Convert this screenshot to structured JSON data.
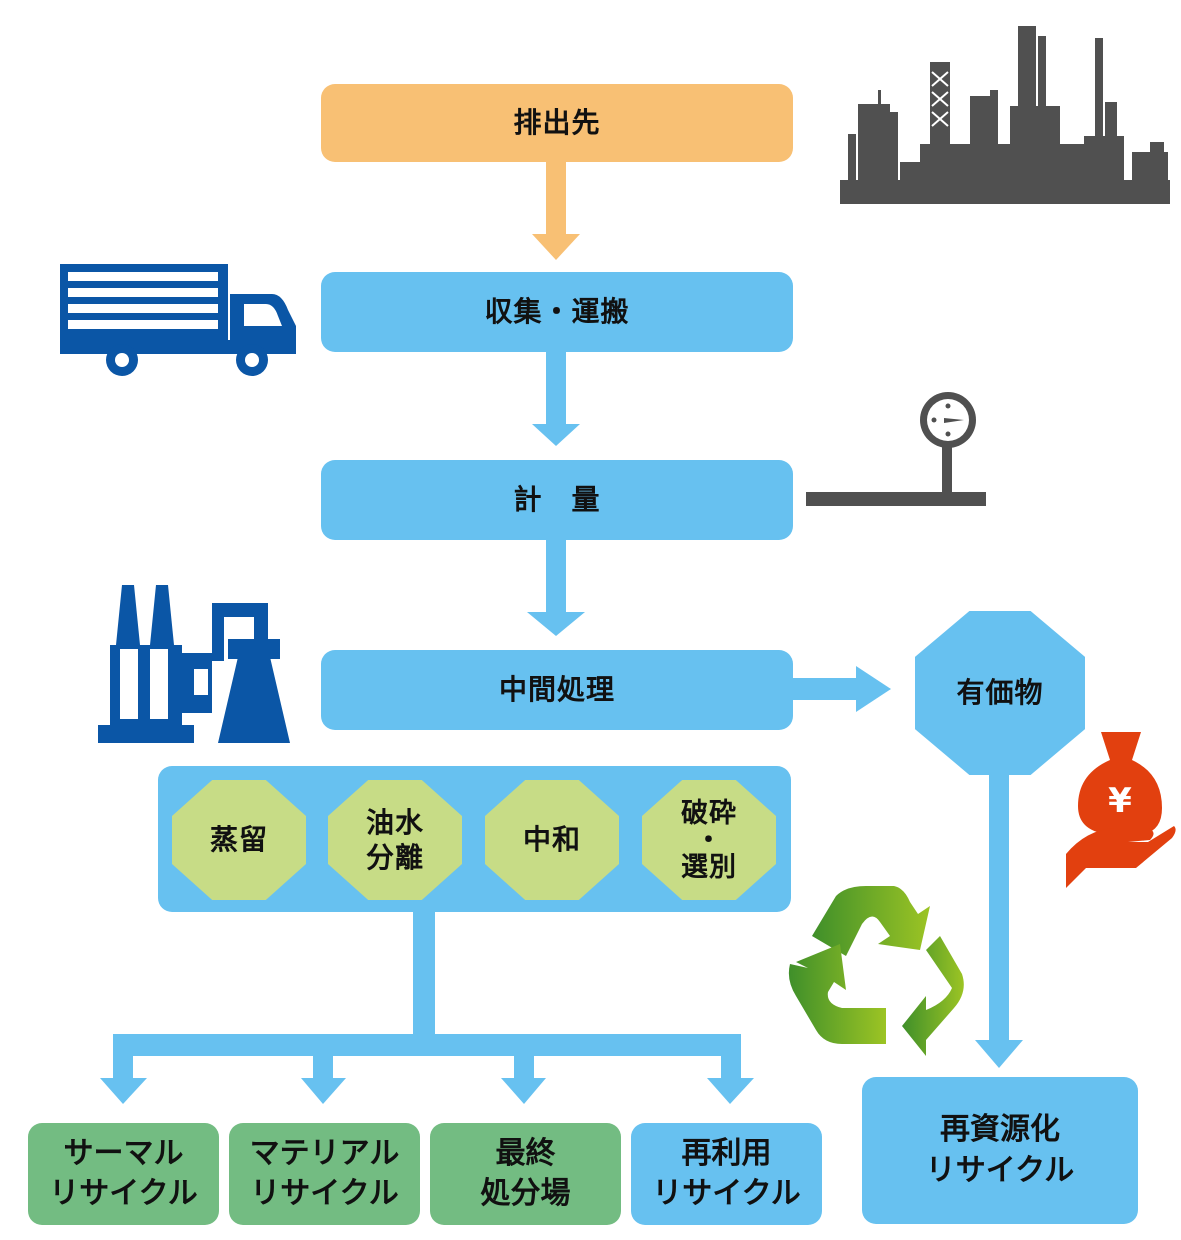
{
  "title": "産業廃棄物処理フロー",
  "colors": {
    "flow_blue": "#67c1f0",
    "source_orange": "#f8c074",
    "method_lime": "#c7dc86",
    "disposal_green": "#73bc82",
    "icon_navy": "#0b56a6",
    "icon_gray": "#505050",
    "money_red": "#e2400f",
    "recycle_green": "#4aa02c"
  },
  "steps": {
    "source": "排出先",
    "collection": "収集・運搬",
    "weighing": "計　量",
    "intermediate": "中間処理",
    "valuables": "有価物"
  },
  "methods": [
    {
      "label": "蒸留"
    },
    {
      "label": "油水\n分離"
    },
    {
      "label": "中和"
    },
    {
      "label": "破砕\n・\n選別"
    }
  ],
  "outcomes": [
    {
      "line1": "サーマル",
      "line2": "リサイクル"
    },
    {
      "line1": "マテリアル",
      "line2": "リサイクル"
    },
    {
      "line1": "最終",
      "line2": "処分場"
    },
    {
      "line1": "再利用",
      "line2": "リサイクル"
    }
  ],
  "resource_recycling": {
    "line1": "再資源化",
    "line2": "リサイクル"
  },
  "icons": {
    "factory": "refinery-icon",
    "truck": "truck-icon",
    "scale": "pressure-gauge-icon",
    "plant": "chemical-plant-icon",
    "money": "money-bag-hand-icon",
    "recycle": "recycle-icon",
    "yen_symbol": "¥"
  }
}
